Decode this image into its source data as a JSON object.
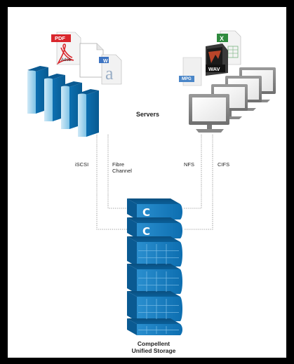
{
  "diagram": {
    "servers_label": "Servers",
    "protocols": {
      "iscsi": "iSCSI",
      "fibre_channel": [
        "Fibre",
        "Channel"
      ],
      "nfs": "NFS",
      "cifs": "CIFS"
    },
    "storage_label": [
      "Compellent",
      "Unified Storage"
    ],
    "file_labels": {
      "pdf": "PDF",
      "adobe": "Adob",
      "wav": "WAV",
      "mpg": "MPG"
    }
  }
}
